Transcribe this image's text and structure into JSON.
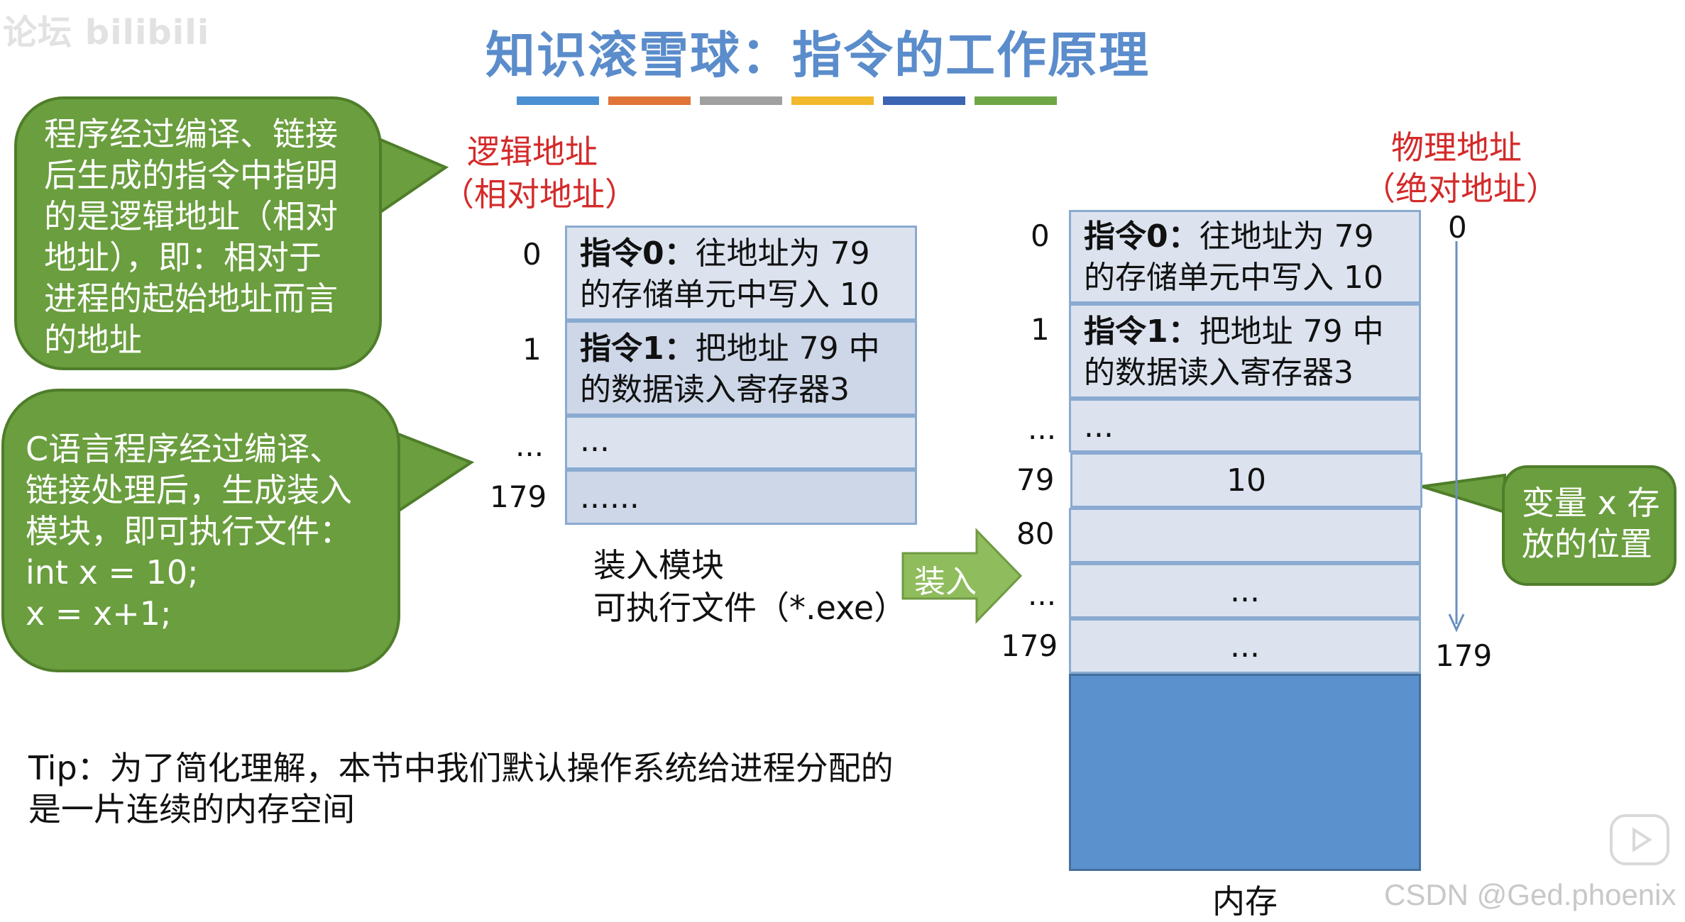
{
  "watermark": "论坛 bilibili",
  "title": "知识滚雪球：指令的工作原理",
  "title_bar_colors": [
    "#4a90d2",
    "#e07338",
    "#a0a0a0",
    "#f2b92c",
    "#3b64b3",
    "#6ea645"
  ],
  "bubble1": {
    "lines": [
      "程序经过编译、链接",
      "后生成的指令中指明",
      "的是逻辑地址（相对",
      "地址），即：相对于",
      "进程的起始地址而言",
      "的地址"
    ]
  },
  "bubble2": {
    "lines": [
      "C语言程序经过编译、",
      "链接处理后，生成装入",
      "模块，即可执行文件：",
      "int x = 10;",
      "x = x+1;"
    ]
  },
  "logical": {
    "label_line1": "逻辑地址",
    "label_line2": "（相对地址）",
    "addresses": [
      "0",
      "1",
      "...",
      "179"
    ],
    "cells": [
      {
        "line1_bold": "指令0：",
        "line1_rest": "往地址为 79",
        "line2": "的存储单元中写入 10"
      },
      {
        "line1_bold": "指令1：",
        "line1_rest": "把地址 79 中",
        "line2": "的数据读入寄存器3"
      },
      {
        "line1_bold": "",
        "line1_rest": "...",
        "line2": ""
      },
      {
        "line1_bold": "",
        "line1_rest": "......",
        "line2": ""
      }
    ],
    "caption_line1": "装入模块",
    "caption_line2": "可执行文件（*.exe）"
  },
  "load_arrow_label": "装入",
  "physical": {
    "label_line1": "物理地址",
    "label_line2": "（绝对地址）",
    "addresses": [
      "0",
      "1",
      "...",
      "79",
      "80",
      "...",
      "179"
    ],
    "cells": [
      {
        "line1_bold": "指令0：",
        "line1_rest": "往地址为 79",
        "line2": "的存储单元中写入 10"
      },
      {
        "line1_bold": "指令1：",
        "line1_rest": "把地址 79 中",
        "line2": "的数据读入寄存器3"
      },
      {
        "text": "..."
      },
      {
        "text": "10"
      },
      {
        "text": ""
      },
      {
        "text": "..."
      },
      {
        "text": "..."
      }
    ],
    "range_top": "0",
    "range_bottom": "179",
    "memory_label": "内存"
  },
  "bubble3": {
    "lines": [
      "变量 x 存",
      "放的位置"
    ]
  },
  "tip": {
    "line1": "Tip：为了简化理解，本节中我们默认操作系统给进程分配的",
    "line2": "是一片连续的内存空间"
  },
  "csdn_watermark": "CSDN @Ged.phoenix"
}
